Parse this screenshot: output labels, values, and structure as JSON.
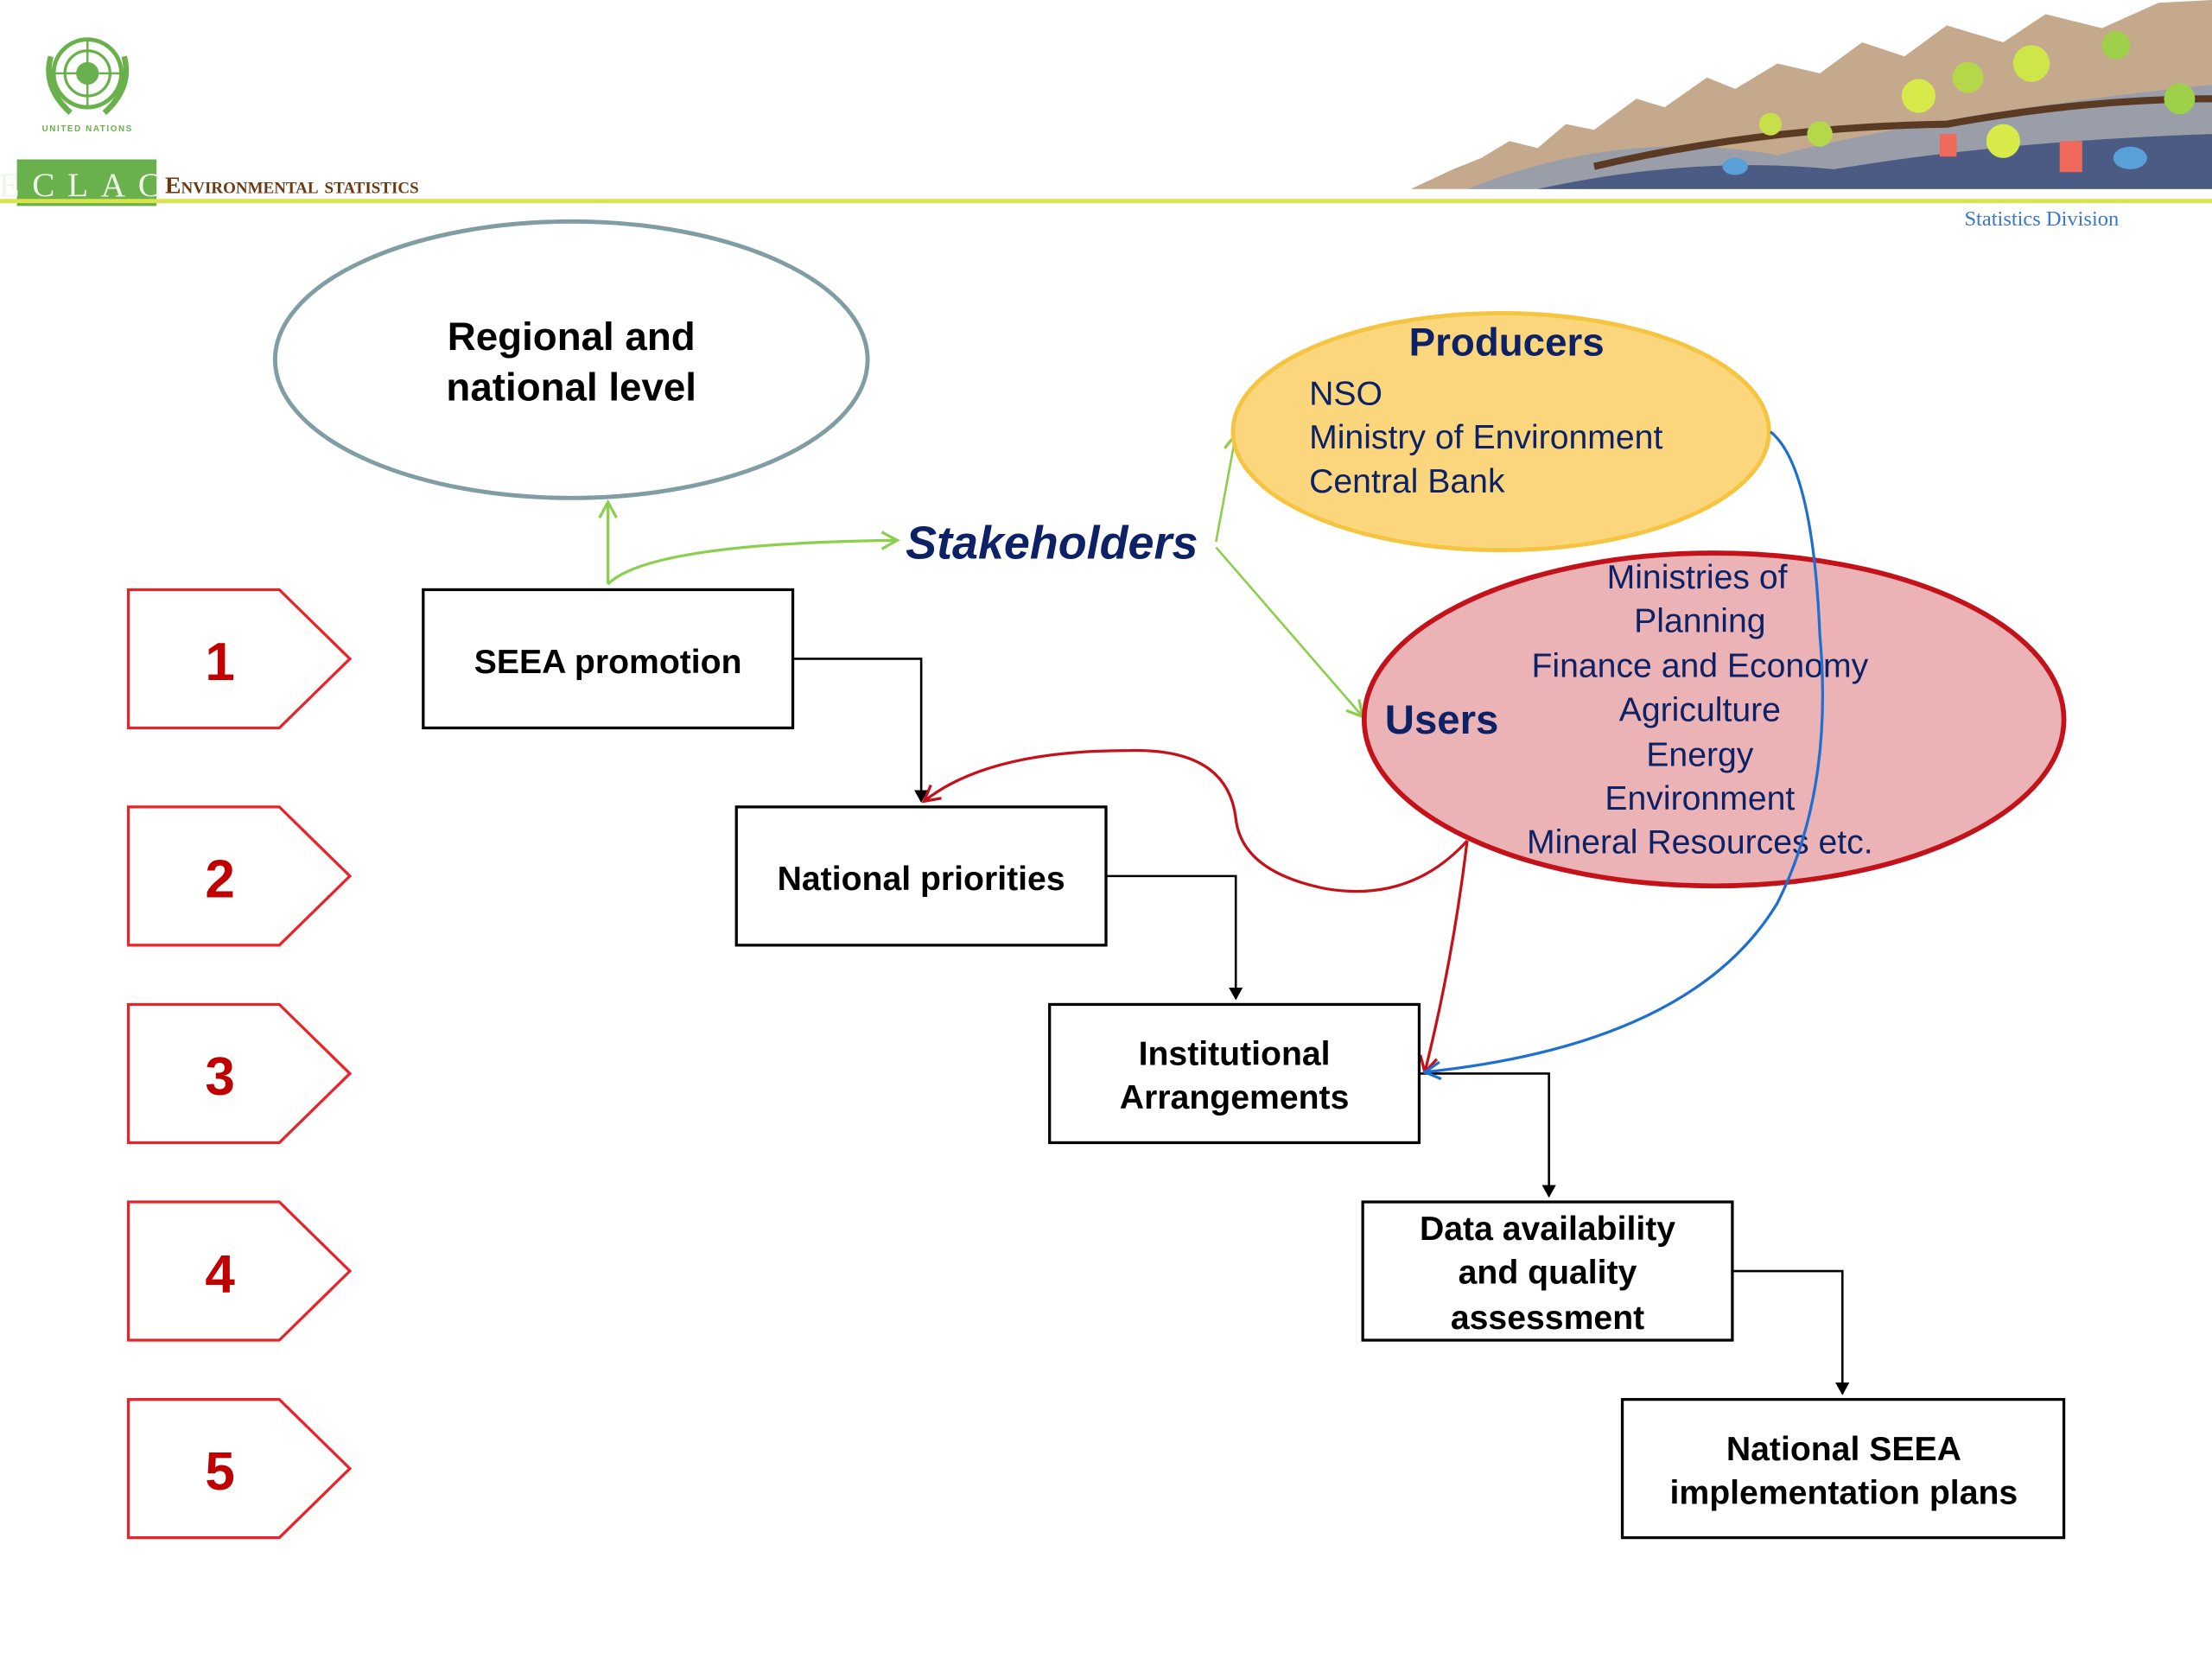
{
  "header": {
    "un_label": "United Nations",
    "eclac_logo": "ECLAC",
    "title": "Environmental statistics",
    "division": "Statistics Division",
    "colors": {
      "accent_green": "#6ab04c",
      "rule_yellow": "#d9e34a",
      "title_brown": "#6b3a12",
      "division_blue": "#3a78c8"
    }
  },
  "steps": [
    {
      "number": "1",
      "label": "SEEA promotion"
    },
    {
      "number": "2",
      "label": "National priorities"
    },
    {
      "number": "3",
      "label_lines": [
        "Institutional",
        "Arrangements"
      ]
    },
    {
      "number": "4",
      "label_lines": [
        "Data availability",
        "and quality",
        "assessment"
      ]
    },
    {
      "number": "5",
      "label_lines": [
        "National SEEA",
        "implementation plans"
      ]
    }
  ],
  "regional": {
    "lines": [
      "Regional and",
      "national level"
    ]
  },
  "stakeholders": {
    "label": "Stakeholders"
  },
  "producers": {
    "title": "Producers",
    "items": [
      "NSO",
      "Ministry of Environment",
      "Central Bank"
    ]
  },
  "users": {
    "title": "Users",
    "items": [
      "Ministries of",
      "Planning",
      "Finance and Economy",
      "Agriculture",
      "Energy",
      "Environment",
      "Mineral Resources etc."
    ]
  },
  "colors": {
    "step_marker": "#e8242a",
    "step_number": "#c00000",
    "navy_text": "#0d2266",
    "producers_fill": "#fbd67c",
    "producers_stroke": "#f5c542",
    "users_fill": "#ebb3b5",
    "users_stroke": "#c4121a",
    "regional_stroke": "#7f9da3",
    "green_arrow": "#8ccf4d",
    "red_arrow": "#c4121a",
    "blue_arrow": "#1e6fd0"
  }
}
